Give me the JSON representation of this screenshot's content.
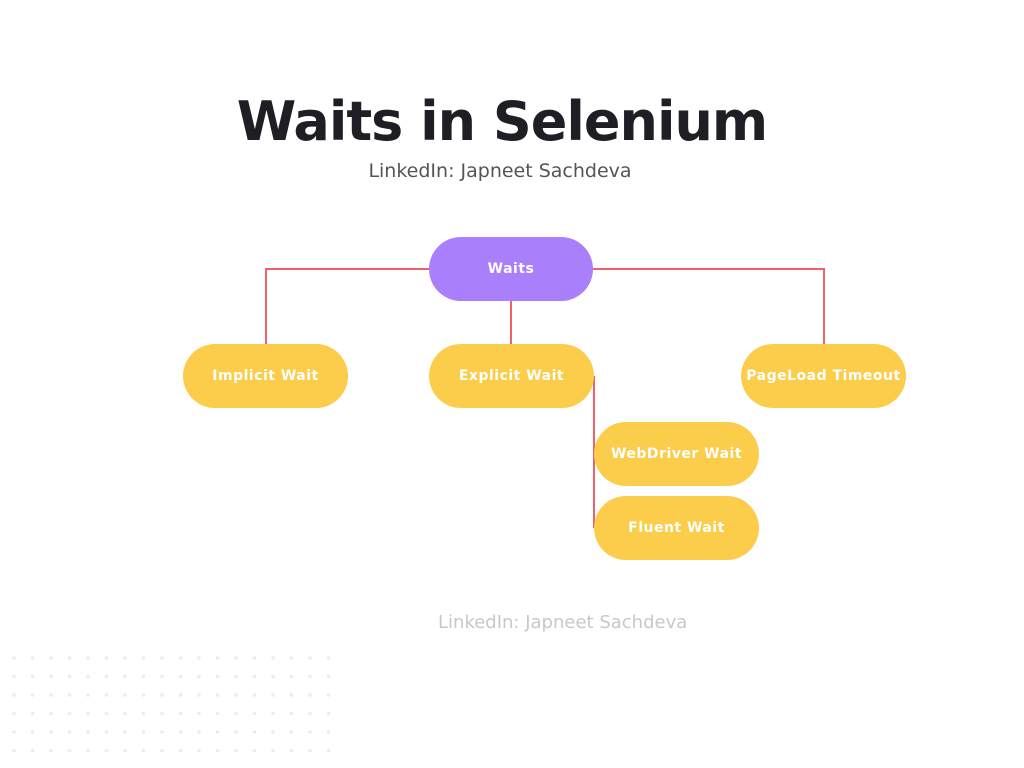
{
  "title": "Waits in Selenium",
  "subtitle": "LinkedIn: Japneet Sachdeva",
  "watermark": "LinkedIn: Japneet Sachdeva",
  "colors": {
    "root_node": "#a97ffb",
    "child_node": "#fbcd4b",
    "connector": "#f0606a",
    "node_text": "#ffffff"
  },
  "diagram": {
    "root": "Waits",
    "children": [
      {
        "label": "Implicit Wait"
      },
      {
        "label": "Explicit Wait",
        "children": [
          "WebDriver Wait",
          "Fluent Wait"
        ]
      },
      {
        "label": "PageLoad Timeout"
      }
    ]
  }
}
